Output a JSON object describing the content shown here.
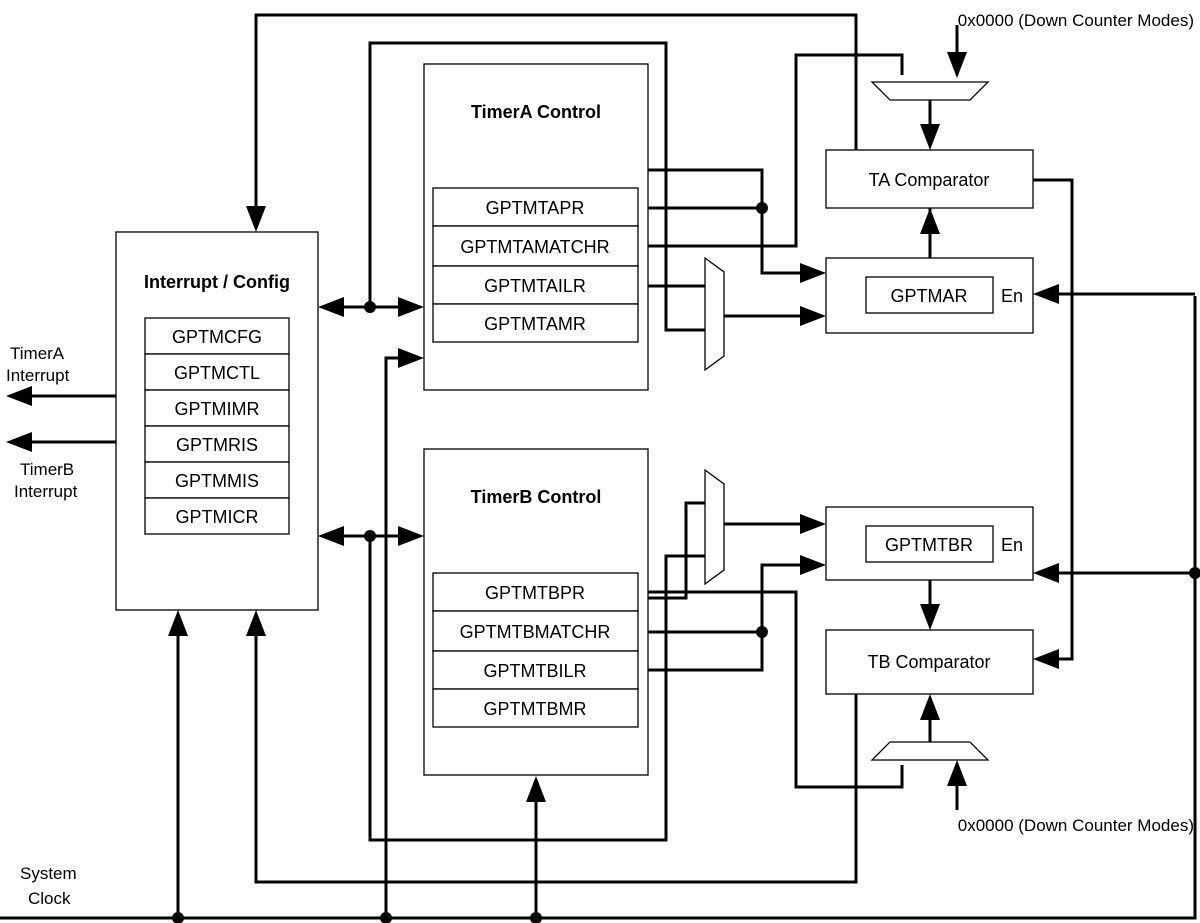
{
  "blocks": {
    "interrupt_config": {
      "title": "Interrupt / Config",
      "registers": [
        "GPTMCFG",
        "GPTMCTL",
        "GPTMIMR",
        "GPTMRIS",
        "GPTMMIS",
        "GPTMICR"
      ]
    },
    "timer_a_control": {
      "title": "TimerA Control",
      "registers": [
        "GPTMTAPR",
        "GPTMTAMATCHR",
        "GPTMTAILR",
        "GPTMTAMR"
      ]
    },
    "timer_b_control": {
      "title": "TimerB Control",
      "registers": [
        "GPTMTBPR",
        "GPTMTBMATCHR",
        "GPTMTBILR",
        "GPTMTBMR"
      ]
    },
    "ta_comparator": {
      "title": "TA Comparator"
    },
    "tb_comparator": {
      "title": "TB Comparator"
    },
    "gptmar": {
      "register": "GPTMAR",
      "enable": "En"
    },
    "gptmtbr": {
      "register": "GPTMTBR",
      "enable": "En"
    }
  },
  "external": {
    "timer_a_interrupt": [
      "TimerA",
      "Interrupt"
    ],
    "timer_b_interrupt": [
      "TimerB",
      "Interrupt"
    ],
    "system_clock": [
      "System",
      "Clock"
    ],
    "down_counter_top": "0x0000 (Down Counter Modes)",
    "down_counter_bottom": "0x0000 (Down Counter Modes)"
  }
}
